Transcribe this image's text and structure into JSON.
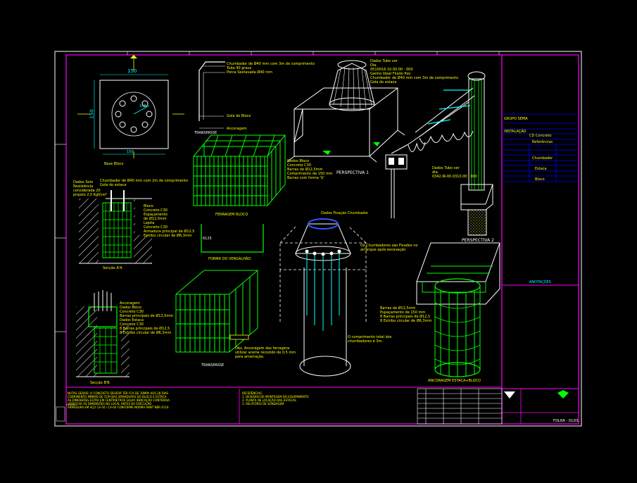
{
  "colors": {
    "background": "#000000",
    "frame": "#ff00ff",
    "rebar": "#00ff00",
    "annotation": "#ffff00",
    "dimension": "#00ffff",
    "outline": "#ffffff",
    "title_block_lines": "#0000ff"
  },
  "drawing_labels": {
    "plan_block": "Base Bloco",
    "section_aa": "Secção A'A",
    "section_bb": "Secção B'B",
    "ferragem_bloco": "FERRAGEM BLOCO",
    "forma_vergalhao": "FORMA DO VERGALHÃO",
    "transpasse_1": "TRANSPASSE",
    "transpasse_2": "TRANSPASSE",
    "perspectiva_1": "PERSPECTIVA 1",
    "perspectiva_2": "PERSPECTIVA 2",
    "armadura": "ANCORAGEM ESTACA+BLOCO"
  },
  "dimensions": {
    "width_150": "150",
    "height_150": "150",
    "r_105": "105",
    "dim_150_bottom": "150",
    "forma_len": "6125"
  },
  "annotations": {
    "chumbador": [
      "Chumbador de Ø40 mm  com 3m de comprimento",
      "Tubo 90 graus",
      "Porca Sextavada Ø40 mm"
    ],
    "gola": "Gola do Bloco",
    "ancoragem": "Ancoragem",
    "dados_tubo": [
      "Dados Tubo ver",
      "Dia.",
      "0510016.10.00.00 - 000",
      "Ganho Ideal Fluido fixo",
      "Chumbador de Ø40 mm com 3m de comprimento",
      "Gola do estaca"
    ],
    "dados_bloco": [
      "Dados Bloco",
      "Concreto C30",
      "Barras de Ø12,5mm",
      "Comprimento de 150 mm",
      "Barras com forma 'U'"
    ],
    "dados_fixacao": "Dados Fixação Chumbador",
    "comprimento": [
      "O comprimento total dos",
      "chumbadores é 3m."
    ],
    "chumb_fixo": [
      "Os Chumbadores são Fixados no",
      "arranque após escavação"
    ],
    "estaca": [
      "Barras de Ø12,5mm",
      "Espaçamento de 150 mm",
      "8 Barras principais de Ø12,5",
      "8 Estribo circular de Ø6,3mm"
    ],
    "dados_tubo2": [
      "Dados Tubo ver",
      "dia.",
      "0342.IR-00.0310.00 - 000"
    ],
    "secao_aa": [
      "Dados Solo",
      "Resistência",
      "considerada 20",
      "projeto 2,5 Kgf/cm²"
    ],
    "chumbador_aa": [
      "Chumbador de Ø40 mm  com 2m de comprimento",
      "Gola do estaca"
    ],
    "aa_notes": [
      "Bloco",
      "Concreto C30",
      "Espaçamento",
      "de Ø12,5mm",
      "Lajota",
      "Concreto C30",
      "Armadura principal de Ø12,5",
      "Estribo circular de Ø6,3mm"
    ],
    "bb_notes": [
      "Ancoragem",
      "Dados Bloco",
      "Concreto C30",
      "Barras principais de Ø12,5mm",
      "Dados Estaca",
      "Concreto C30",
      "8 Barras principais de Ø12,5",
      "8 Estribo circular de Ø6,3mm"
    ],
    "transpasse_note": [
      "Obs. Ancoragem das ferragens",
      "utilizar arame recozido de 0,5 mm",
      "para amarração."
    ]
  },
  "title_block": {
    "row1": "GRUPO SEMA",
    "row2": "INSTALAÇÃO",
    "row3": "CD Concreto",
    "header": "Referências",
    "sub1": "Chumbador",
    "sub2": "Estaca",
    "sub3": "Bloco",
    "note_cyan": "ANOTAÇÕES",
    "sheet_code": "FOLHA - 01/01"
  },
  "bottom_notes": {
    "left": [
      "NOTAS GERAIS: O CONCRETO DEVERÁ TER FCK DE 30MPA AOS 28 DIAS",
      "COBRIMENTO MÍNIMO DE 5CM NAS ARMADURAS DO BLOCO E ESTACA",
      "AS DIMENSÕES ESTÃO EM CENTÍMETROS SALVO INDICAÇÃO CONTRÁRIA",
      "VERIFICAR AS DIMENSÕES NO LOCAL ANTES DA EXECUÇÃO",
      "ARMADURA EM AÇO CA-50 / CA-60 CONFORME NORMA ABNT NBR 6118"
    ],
    "middle": [
      "REFERÊNCIAS:",
      "1. DESENHO DE MONTAGEM DO EQUIPAMENTO",
      "2. PLANTA DE LOCAÇÃO DAS ESTACAS",
      "3. RELATÓRIO DE SONDAGEM"
    ]
  }
}
